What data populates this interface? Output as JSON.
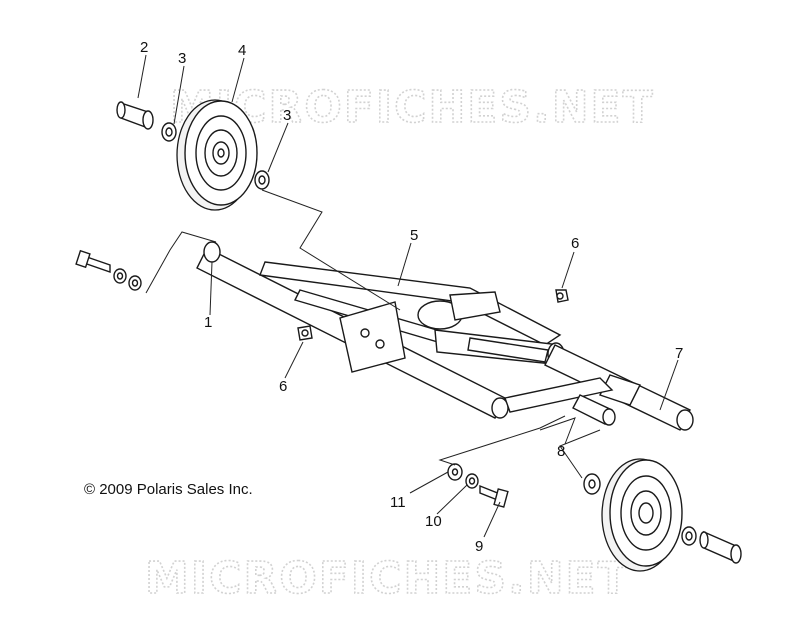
{
  "diagram": {
    "watermark_top": "MICROFICHES.NET",
    "watermark_bottom": "MICROFICHES.NET",
    "copyright": "© 2009 Polaris Sales Inc.",
    "callouts": [
      {
        "id": "c2a",
        "text": "2"
      },
      {
        "id": "c3a",
        "text": "3"
      },
      {
        "id": "c4",
        "text": "4"
      },
      {
        "id": "c3b",
        "text": "3"
      },
      {
        "id": "c5",
        "text": "5"
      },
      {
        "id": "c6a",
        "text": "6"
      },
      {
        "id": "c1",
        "text": "1"
      },
      {
        "id": "c6b",
        "text": "6"
      },
      {
        "id": "c7",
        "text": "7"
      },
      {
        "id": "c8",
        "text": "8"
      },
      {
        "id": "c11",
        "text": "11"
      },
      {
        "id": "c10",
        "text": "10"
      },
      {
        "id": "c9",
        "text": "9"
      }
    ]
  }
}
